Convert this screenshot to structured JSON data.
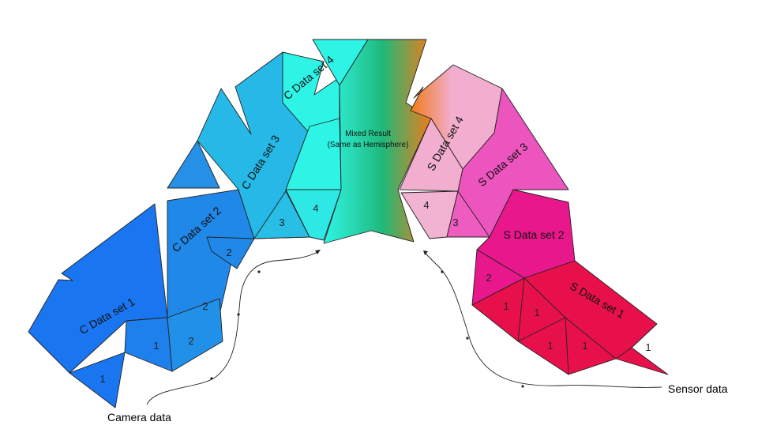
{
  "colors": {
    "c1": "#1976F0",
    "c2": "#1F88E8",
    "c3": "#26B8E6",
    "c4": "#2EF4E6",
    "s4": "#F2AECF",
    "s3": "#EC54BE",
    "s2": "#E8178C",
    "s1": "#E8104A",
    "orange": "#F07A18",
    "green": "#1FB87A"
  },
  "labels": {
    "c1": "C Data set 1",
    "c2": "C Data set 2",
    "c3": "C Data set 3",
    "c4": "C Data set 4",
    "s1": "S Data set 1",
    "s2": "S Data set 2",
    "s3": "S Data set 3",
    "s4": "S Data set 4",
    "mixed_line1": "Mixed Result",
    "mixed_line2": "(Same as Hemisphere)",
    "camera": "Camera data",
    "sensor": "Sensor data"
  },
  "numbers": {
    "c1a": "1",
    "c1b": "1",
    "c2a": "2",
    "c2b": "2",
    "c2c": "2",
    "c3": "3",
    "c4": "4",
    "s4": "4",
    "s3": "3",
    "s2": "2",
    "s1a": "1",
    "s1b": "1",
    "s1c": "1",
    "s1d": "1",
    "s1e": "1"
  }
}
